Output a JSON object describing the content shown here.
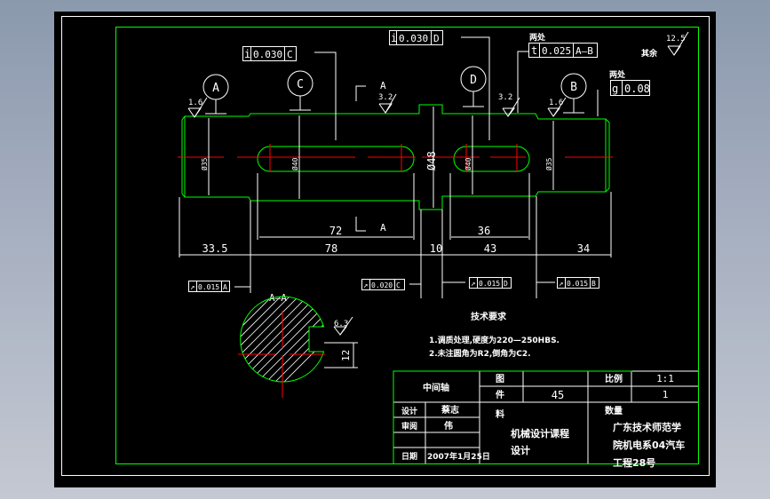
{
  "drawing": {
    "title_block": {
      "part_name": "中间轴",
      "figure_label": "图",
      "quantity_label": "件",
      "quantity_value": "45",
      "material_label": "料",
      "scale_label": "比例",
      "scale_value": "1:1",
      "weight_label": "数量",
      "weight_value": "1",
      "design_label": "设计",
      "designer": "蔡志",
      "review_label": "审阅",
      "reviewer": "伟",
      "date_label": "日期",
      "date_value": "2007年1月25日",
      "course": [
        "机械设计课程",
        "设计"
      ],
      "school": [
        "广东技术师范学",
        "院机电系04汽车",
        "工程28号"
      ]
    },
    "tech_requirements": {
      "title": "技术要求",
      "items": [
        "1.调质处理,硬度为220—250HBS.",
        "2.未注圆角为R2,倒角为C2."
      ]
    },
    "roughness_general": {
      "label": "其余",
      "value": "12.5"
    },
    "roughness_marks": [
      "1.6",
      "3.2",
      "3.2",
      "1.6",
      "6.3"
    ],
    "datums": [
      "A",
      "C",
      "D",
      "B"
    ],
    "section_label": "A—A",
    "section_marker": "A",
    "tolerance_frames": [
      {
        "symbol": "i",
        "value": "0.030",
        "datum": "C"
      },
      {
        "symbol": "i",
        "value": "0.030",
        "datum": "D"
      },
      {
        "symbol": "t",
        "value": "0.025",
        "datum": "A—B",
        "note": "两处"
      },
      {
        "symbol": "g",
        "value": "0.08",
        "note": "两处"
      },
      {
        "symbol": "↗",
        "value": "0.015",
        "datum": "A"
      },
      {
        "symbol": "↗",
        "value": "0.020",
        "datum": "C"
      },
      {
        "symbol": "↗",
        "value": "0.015",
        "datum": "D"
      },
      {
        "symbol": "↗",
        "value": "0.015",
        "datum": "B"
      }
    ],
    "dimensions": {
      "d_shoulder": "Ø48",
      "keyway_c": "72",
      "keyway_d": "36",
      "len1": "33.5",
      "len2": "78",
      "len3": "10",
      "len4": "43",
      "len5": "34",
      "key_width": "12",
      "dia_a": "Ø35",
      "dia_c": "Ø40",
      "dia_d": "Ø40",
      "dia_b": "Ø35"
    }
  },
  "colors": {
    "outline": "#00ff00",
    "center": "#ff0000",
    "annotation": "#ffffff",
    "canvas": "#000000"
  }
}
